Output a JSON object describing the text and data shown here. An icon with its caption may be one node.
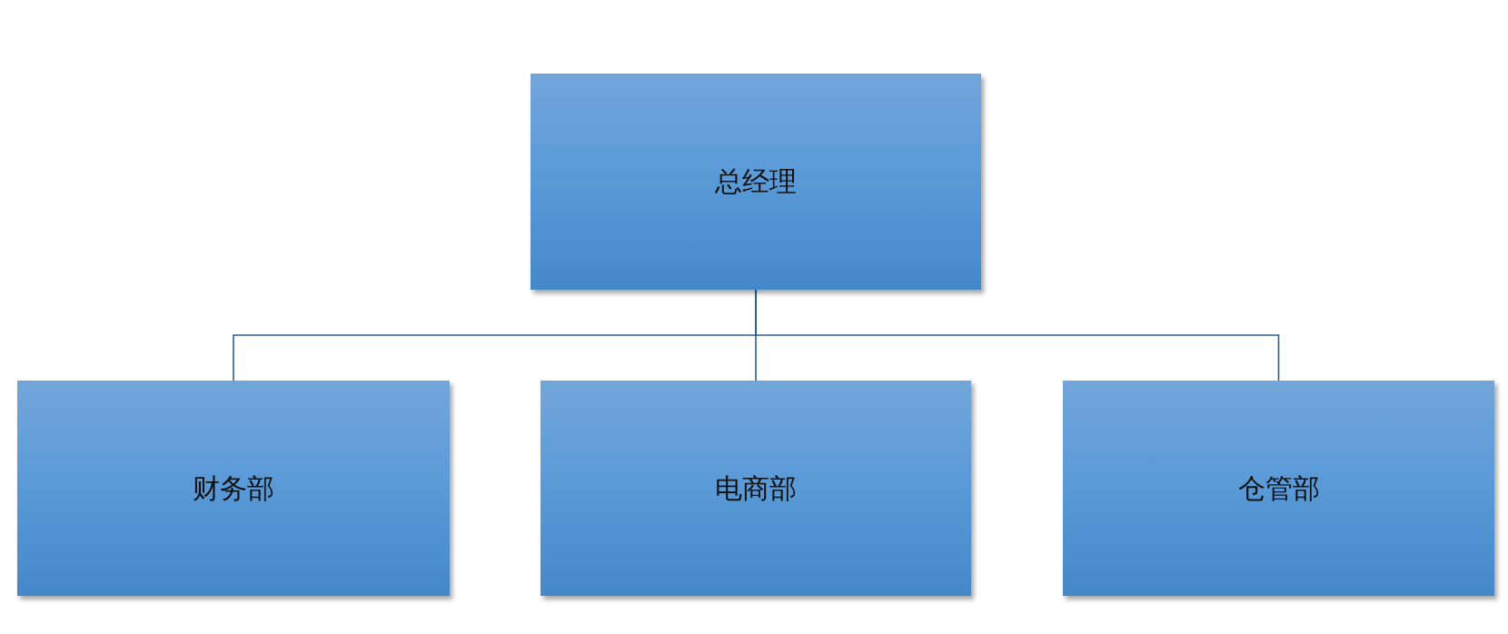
{
  "diagram": {
    "nodes": [
      {
        "text": [
          "总经理"
        ]
      },
      {
        "text": [
          "财务部"
        ]
      },
      {
        "text": [
          "电商部"
        ]
      },
      {
        "text": [
          "仓管部"
        ]
      }
    ],
    "edges": [
      {
        "from": 0,
        "to": 1,
        "arrow": "none"
      },
      {
        "from": 0,
        "to": 2,
        "arrow": "none"
      },
      {
        "from": 0,
        "to": 3,
        "arrow": "none"
      }
    ]
  }
}
